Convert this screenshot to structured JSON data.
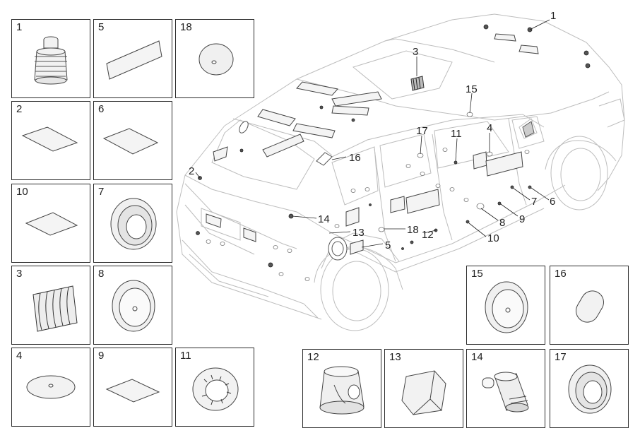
{
  "panels": [
    {
      "id": "1",
      "label": "1",
      "icon": "stacked-plug-icon"
    },
    {
      "id": "5",
      "label": "5",
      "icon": "long-pad-icon"
    },
    {
      "id": "18",
      "label": "18",
      "icon": "dome-cap-icon"
    },
    {
      "id": "2",
      "label": "2",
      "icon": "flat-pad-icon"
    },
    {
      "id": "6",
      "label": "6",
      "icon": "flat-pad-icon"
    },
    {
      "id": "10",
      "label": "10",
      "icon": "flat-pad-icon"
    },
    {
      "id": "7",
      "label": "7",
      "icon": "ring-grommet-icon"
    },
    {
      "id": "3",
      "label": "3",
      "icon": "corrugated-pad-icon"
    },
    {
      "id": "8",
      "label": "8",
      "icon": "round-plug-icon"
    },
    {
      "id": "4",
      "label": "4",
      "icon": "flat-disc-icon"
    },
    {
      "id": "9",
      "label": "9",
      "icon": "flat-pad-icon"
    },
    {
      "id": "11",
      "label": "11",
      "icon": "toothed-disc-icon"
    },
    {
      "id": "12",
      "label": "12",
      "icon": "cup-plug-icon"
    },
    {
      "id": "13",
      "label": "13",
      "icon": "block-pad-icon"
    },
    {
      "id": "14",
      "label": "14",
      "icon": "cylinder-plug-icon"
    },
    {
      "id": "15",
      "label": "15",
      "icon": "round-plug-icon"
    },
    {
      "id": "16",
      "label": "16",
      "icon": "oval-pad-icon"
    },
    {
      "id": "17",
      "label": "17",
      "icon": "ring-grommet-icon"
    }
  ],
  "callouts": [
    "1",
    "3",
    "15",
    "17",
    "11",
    "4",
    "16",
    "2",
    "14",
    "13",
    "18",
    "12",
    "5",
    "7",
    "6",
    "9",
    "8",
    "10"
  ]
}
